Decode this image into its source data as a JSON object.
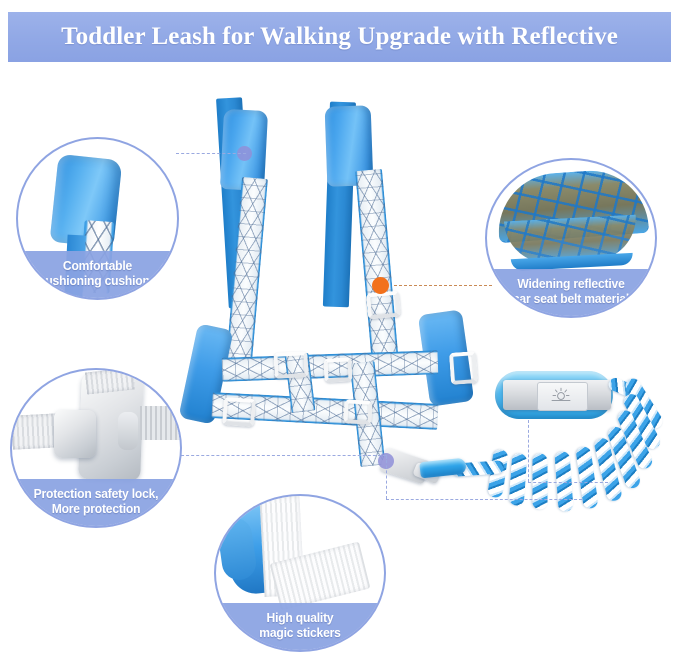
{
  "banner": {
    "title": "Toddler Leash for Walking Upgrade with Reflective",
    "background_color": "#92a9e6",
    "text_color": "#ffffff"
  },
  "theme": {
    "accent_periwinkle": "#8fa4e2",
    "label_band": "#8aa2e3",
    "connector_line": "#9aa9e0",
    "connector_line_orange": "#c98a55",
    "hotspot_lilac": "#8f8fd8",
    "hotspot_orange": "#f2711c",
    "product_blue": "#2f93dd",
    "page_background": "#ffffff"
  },
  "callouts": [
    {
      "id": "cushion",
      "label_line1": "Comfortable",
      "label_line2": "cushioning cushions",
      "position": "top-left",
      "subject": "padded-shoulder-strap-closeup",
      "hotspot_color": "#8f8fd8"
    },
    {
      "id": "belt",
      "label_line1": "Widening reflective",
      "label_line2": "car seat belt material",
      "position": "top-right",
      "subject": "reflective-webbing-closeup",
      "hotspot_color": "#f2711c"
    },
    {
      "id": "lock",
      "label_line1": "Protection safety lock,",
      "label_line2": "More protection",
      "position": "bottom-left",
      "subject": "side-release-buckle-closeup",
      "hotspot_color": "#8f8fd8"
    },
    {
      "id": "velcro",
      "label_line1": "High quality",
      "label_line2": "magic stickers",
      "position": "bottom-center",
      "subject": "velcro-strap-closeup",
      "hotspot_color": "#8f8fd8"
    }
  ],
  "product": {
    "name": "toddler-safety-harness",
    "components": [
      "padded-shoulder-straps",
      "reflective-webbing",
      "plastic-adjuster-sliders",
      "chest-strap",
      "waist-belt",
      "safety-buckle",
      "wrist-link-band",
      "coiled-leash-rope"
    ]
  }
}
